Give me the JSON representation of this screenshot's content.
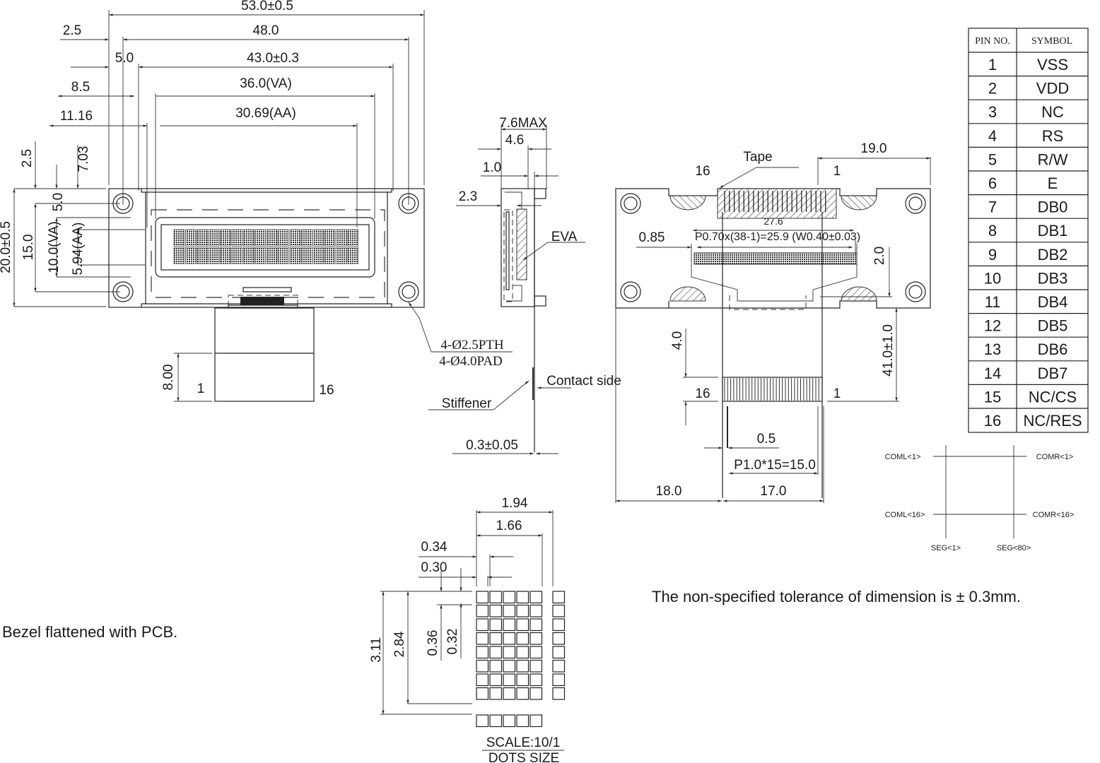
{
  "front_view": {
    "dims_horizontal": {
      "overall": "53.0±0.5",
      "hole_pitch": "48.0",
      "hole_offset": "2.5",
      "bezel": "43.0±0.3",
      "bezel_offset": "5.0",
      "va": "36.0(VA)",
      "va_offset": "8.5",
      "aa": "30.69(AA)",
      "aa_offset": "11.16"
    },
    "dims_vertical": {
      "overall": "20.0±0.5",
      "hole_pitch": "15.0",
      "hole_offset": "2.5",
      "va": "10.0(VA)",
      "va_offset": "5.0",
      "aa": "5.94(AA)",
      "aa_offset": "7.03"
    },
    "fpc_length": "8.00",
    "fpc_pin_first": "1",
    "fpc_pin_last": "16",
    "hole_note_top": "4-Ø2.5PTH",
    "hole_note_bottom": "4-Ø4.0PAD",
    "display_rows": 2,
    "display_cols": 16
  },
  "side_view": {
    "max_thickness": "7.6MAX",
    "thickness_a": "4.6",
    "thickness_b": "1.0",
    "thickness_c": "2.3",
    "eva_label": "EVA",
    "contact_label": "Contact side",
    "stiffener_label": "Stiffener",
    "fpc_thickness": "0.3±0.05"
  },
  "back_view": {
    "tape_label": "Tape",
    "pin_left": "16",
    "pin_right": "1",
    "width_19": "19.0",
    "dim_27_6": "27.6",
    "pitch_note": "P0.70x(38-1)=25.9 (W0.40±0.03)",
    "dim_0_85": "0.85",
    "dim_2_0": "2.0",
    "dim_4_0": "4.0",
    "dim_41": "41.0±1.0",
    "fpc_pin_left": "16",
    "fpc_pin_right": "1",
    "dim_0_5": "0.5",
    "fpc_pitch": "P1.0*15=15.0",
    "dim_18": "18.0",
    "dim_17": "17.0"
  },
  "pin_table": {
    "headers": [
      "PIN NO.",
      "SYMBOL"
    ],
    "rows": [
      {
        "pin": "1",
        "symbol": "VSS"
      },
      {
        "pin": "2",
        "symbol": "VDD"
      },
      {
        "pin": "3",
        "symbol": "NC"
      },
      {
        "pin": "4",
        "symbol": "RS"
      },
      {
        "pin": "5",
        "symbol": "R/W"
      },
      {
        "pin": "6",
        "symbol": "E"
      },
      {
        "pin": "7",
        "symbol": "DB0"
      },
      {
        "pin": "8",
        "symbol": "DB1"
      },
      {
        "pin": "9",
        "symbol": "DB2"
      },
      {
        "pin": "10",
        "symbol": "DB3"
      },
      {
        "pin": "11",
        "symbol": "DB4"
      },
      {
        "pin": "12",
        "symbol": "DB5"
      },
      {
        "pin": "13",
        "symbol": "DB6"
      },
      {
        "pin": "14",
        "symbol": "DB7"
      },
      {
        "pin": "15",
        "symbol": "NC/CS"
      },
      {
        "pin": "16",
        "symbol": "NC/RES"
      }
    ]
  },
  "matrix_diagram": {
    "coml_1": "COML<1>",
    "comr_1": "COMR<1>",
    "coml_16": "COML<16>",
    "comr_16": "COMR<16>",
    "seg_1": "SEG<1>",
    "seg_80": "SEG<80>"
  },
  "dots_detail": {
    "char_pitch_w": "1.94",
    "char_w": "1.66",
    "dot_pitch_w": "0.34",
    "dot_w": "0.30",
    "char_pitch_h": "3.11",
    "char_h": "2.84",
    "dot_pitch_h": "0.36",
    "dot_h": "0.32",
    "scale": "SCALE:10/1",
    "title": "DOTS SIZE"
  },
  "notes": {
    "bezel": "Bezel flattened with PCB.",
    "tolerance": "The non-specified tolerance of dimension is ± 0.3mm."
  }
}
